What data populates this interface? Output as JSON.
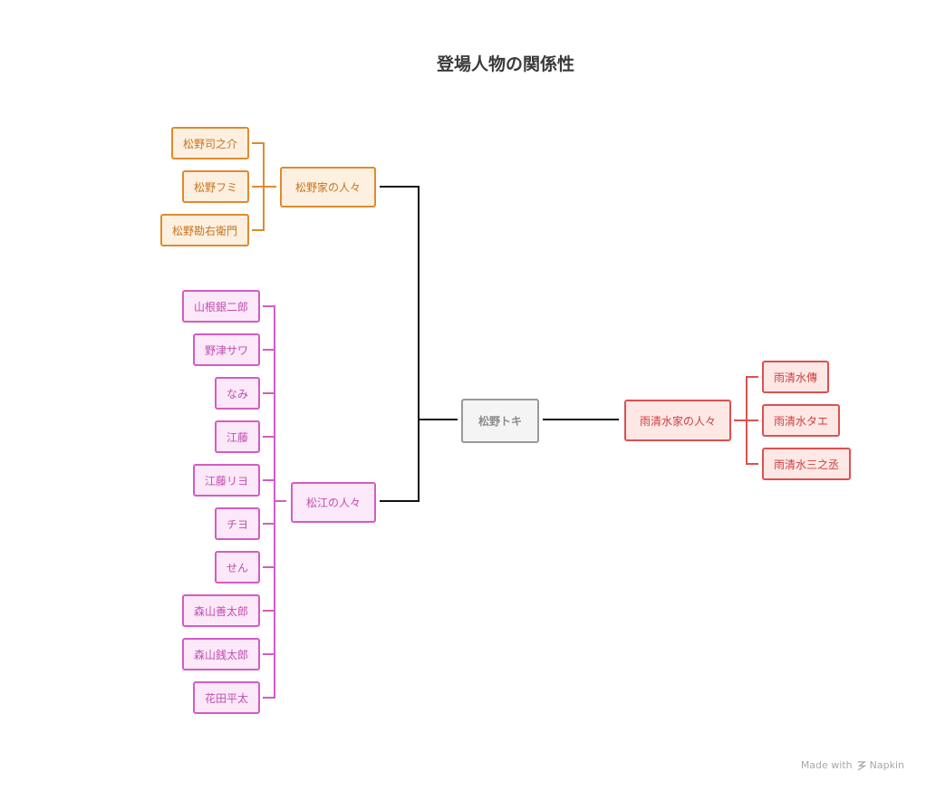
{
  "title": "登場人物の関係性",
  "center": {
    "label": "松野トキ"
  },
  "groups": {
    "matsuno": {
      "label": "松野家の人々",
      "members": [
        "松野司之介",
        "松野フミ",
        "松野勘右衛門"
      ]
    },
    "matsue": {
      "label": "松江の人々",
      "members": [
        "山根銀二郎",
        "野津サワ",
        "なみ",
        "江藤",
        "江藤リヨ",
        "チヨ",
        "せん",
        "森山善太郎",
        "森山銭太郎",
        "花田平太"
      ]
    },
    "ameshimizu": {
      "label": "雨清水家の人々",
      "members": [
        "雨清水傳",
        "雨清水タエ",
        "雨清水三之丞"
      ]
    }
  },
  "colors": {
    "matsuno": "#e08a2e",
    "matsue": "#d45cc4",
    "ameshimizu": "#dd5050",
    "center": "#999999",
    "connector": "#111111"
  },
  "credit": {
    "prefix": "Made with",
    "brand": "Napkin",
    "icon": "napkin-logo-icon"
  }
}
